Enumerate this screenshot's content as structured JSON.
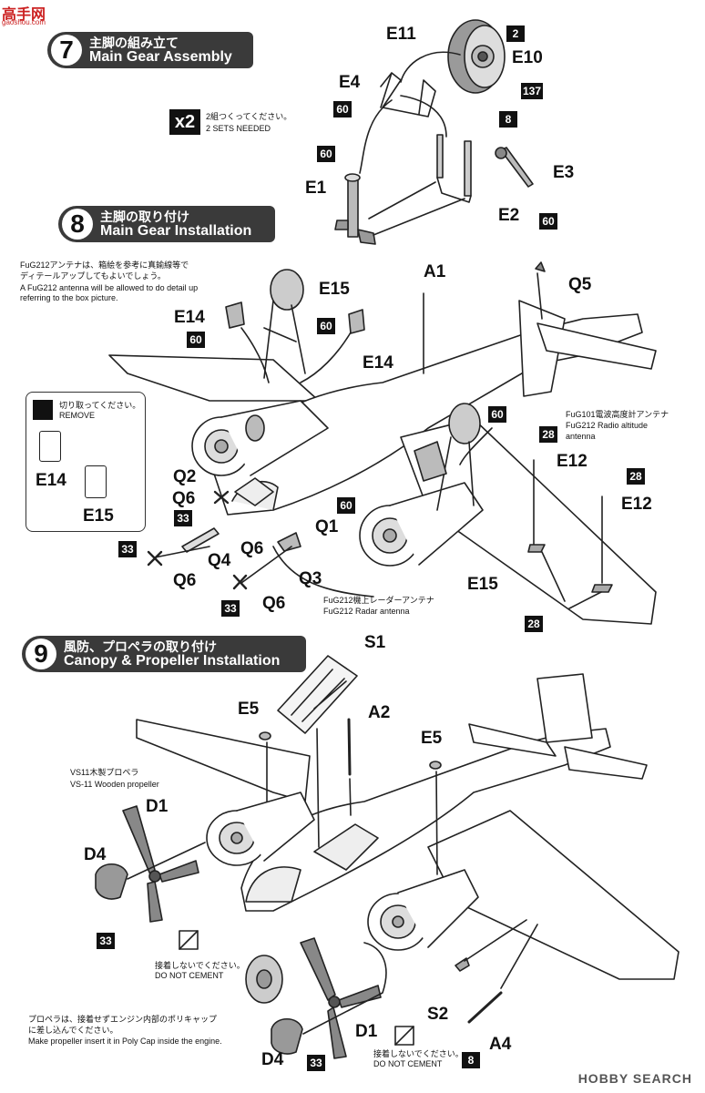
{
  "site_logo": {
    "text": "高手网",
    "sub": "gaoshou.com"
  },
  "step7": {
    "number": "7",
    "title_jp": "主脚の組み立て",
    "title_en": "Main Gear Assembly",
    "qty_badge": "x2",
    "note_jp": "2組つくってください。",
    "note_en": "2 SETS NEEDED"
  },
  "step8": {
    "number": "8",
    "title_jp": "主脚の取り付け",
    "title_en": "Main Gear Installation",
    "note_jp1": "FuG212アンテナは、箱絵を参考に真鍮線等で",
    "note_jp2": "ディテールアップしてもよいでしょう。",
    "note_en1": "A FuG212 antenna will be allowed to do detail up",
    "note_en2": " referring to the box picture.",
    "remove_jp": "切り取ってください。",
    "remove_en": "REMOVE",
    "fug101_jp": "FuG101電波高度計アンテナ",
    "fug101_en1": "FuG212 Radio altitude",
    "fug101_en2": "antenna",
    "radar_jp": "FuG212機上レーダーアンテナ",
    "radar_en": "FuG212 Radar antenna"
  },
  "step9": {
    "number": "9",
    "title_jp": "風防、プロペラの取り付け",
    "title_en": "Canopy & Propeller Installation",
    "prop_jp": "VS11木製プロペラ",
    "prop_en": "VS-11 Wooden propeller",
    "nocement_jp": "接着しないでください。",
    "nocement_en": "DO NOT CEMENT",
    "poly_jp1": "プロペラは、接着せずエンジン内部のポリキャップ",
    "poly_jp2": "に差し込んでください。",
    "poly_en": "Make propeller insert it in Poly Cap inside the engine."
  },
  "parts": {
    "E11": "E11",
    "E10": "E10",
    "E4": "E4",
    "E1": "E1",
    "E2": "E2",
    "E3": "E3",
    "A1": "A1",
    "Q5": "Q5",
    "E15": "E15",
    "E14": "E14",
    "E12": "E12",
    "Q1": "Q1",
    "Q2": "Q2",
    "Q3": "Q3",
    "Q4": "Q4",
    "Q6": "Q6",
    "S1": "S1",
    "A2": "A2",
    "E5": "E5",
    "D1": "D1",
    "D4": "D4",
    "S2": "S2",
    "A4": "A4"
  },
  "colors": {
    "2": "2",
    "137": "137",
    "8": "8",
    "60": "60",
    "28": "28",
    "33": "33"
  },
  "watermark": "HOBBY SEARCH"
}
